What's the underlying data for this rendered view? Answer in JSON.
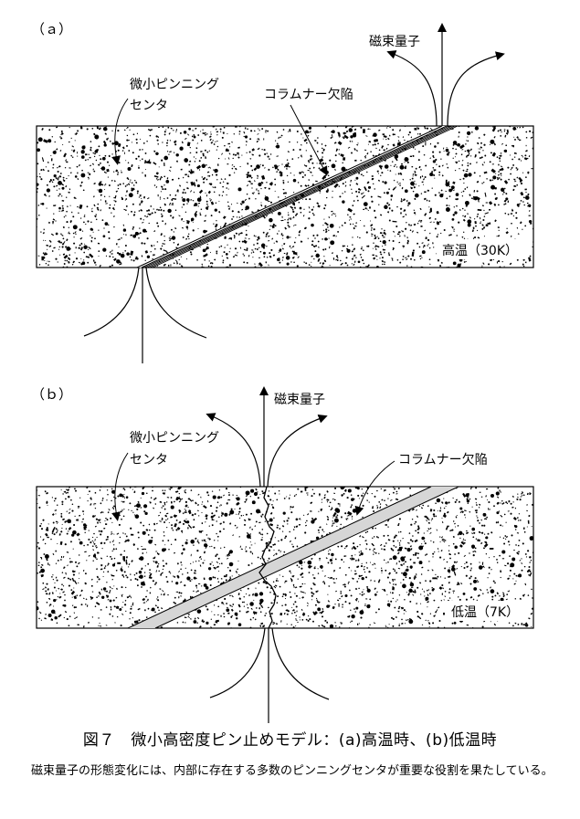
{
  "panel_a": {
    "label": "（ａ）",
    "flux_label": "磁束量子",
    "pinning_label_1": "微小ピンニング",
    "pinning_label_2": "センタ",
    "defect_label": "コラムナー欠陥",
    "temp_label": "高温（30K）"
  },
  "panel_b": {
    "label": "（ｂ）",
    "flux_label": "磁束量子",
    "pinning_label_1": "微小ピンニング",
    "pinning_label_2": "センタ",
    "defect_label": "コラムナー欠陥",
    "temp_label": "低温（7K）"
  },
  "caption": {
    "title": "図７　微小高密度ピン止めモデル：(a)高温時、(b)低温時",
    "body": "磁束量子の形態変化には、内部に存在する多数のピンニングセンタが重要な役割を果たしている。"
  },
  "colors": {
    "ink": "#000000",
    "background": "#ffffff",
    "defect_fill": "#d6d6d6"
  }
}
